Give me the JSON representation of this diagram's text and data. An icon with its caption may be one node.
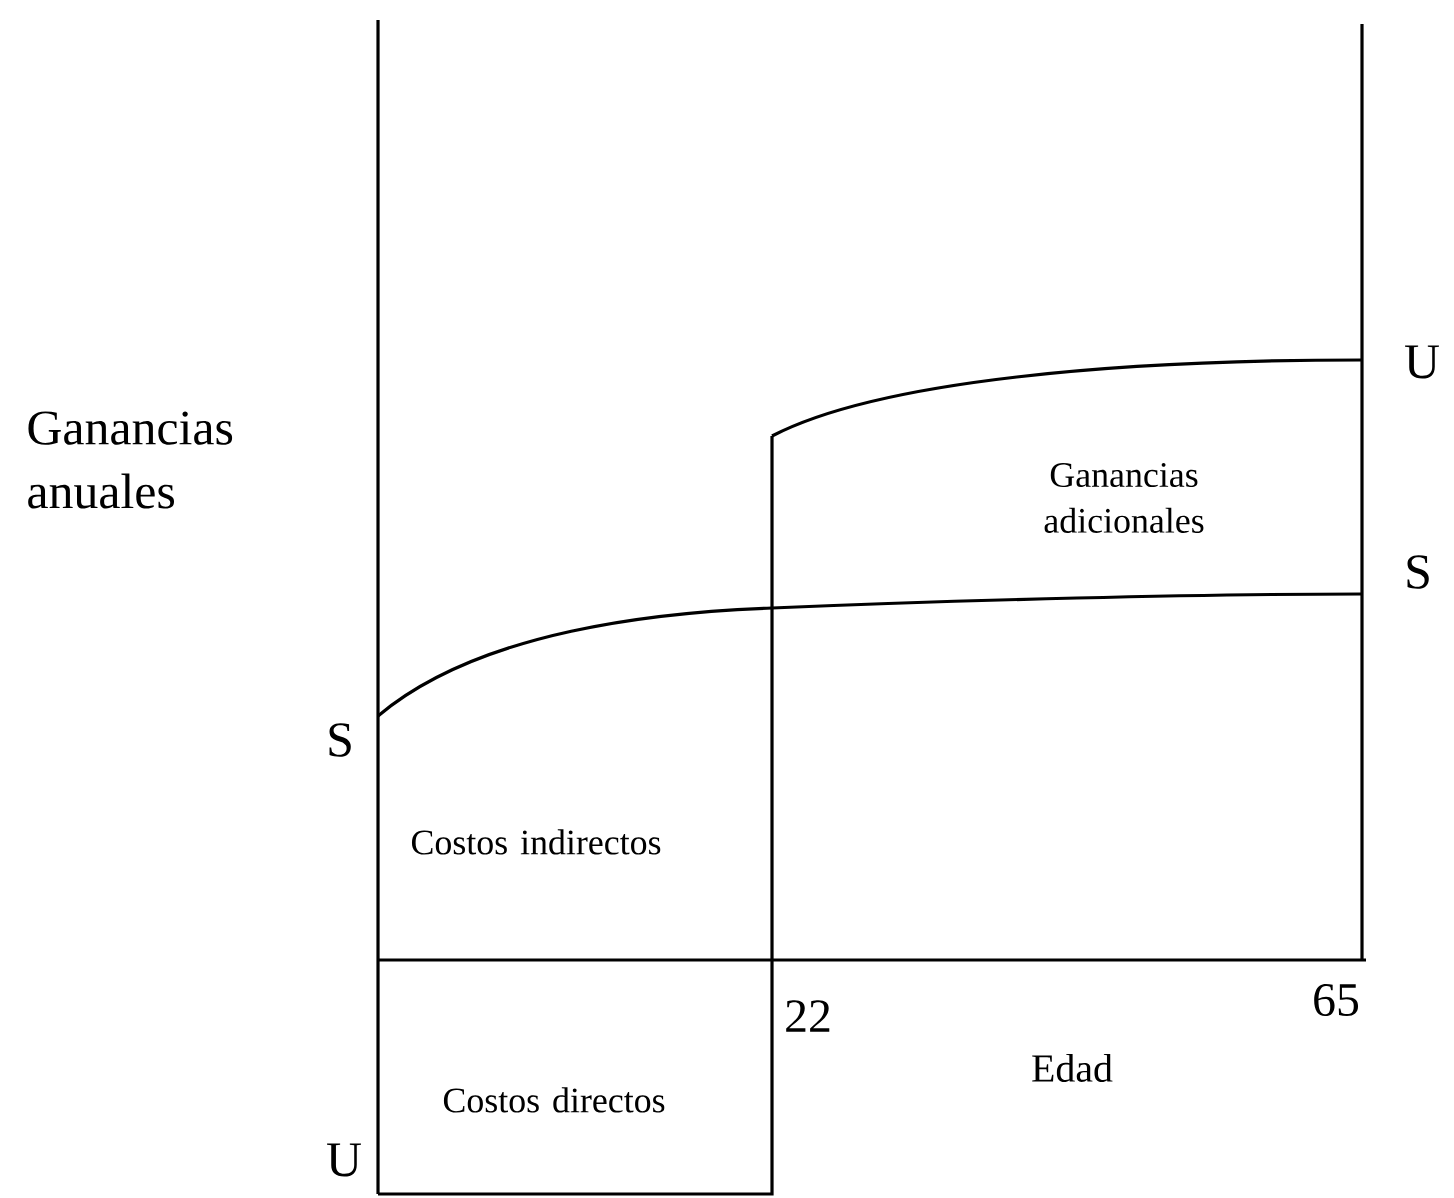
{
  "diagram": {
    "labels": [
      "Ganancias anuales",
      "U",
      "Ganancias adicionales",
      "S",
      "S",
      "Costos indirectos",
      "22",
      "65",
      "Edad",
      "Costos directos",
      "U"
    ]
  }
}
